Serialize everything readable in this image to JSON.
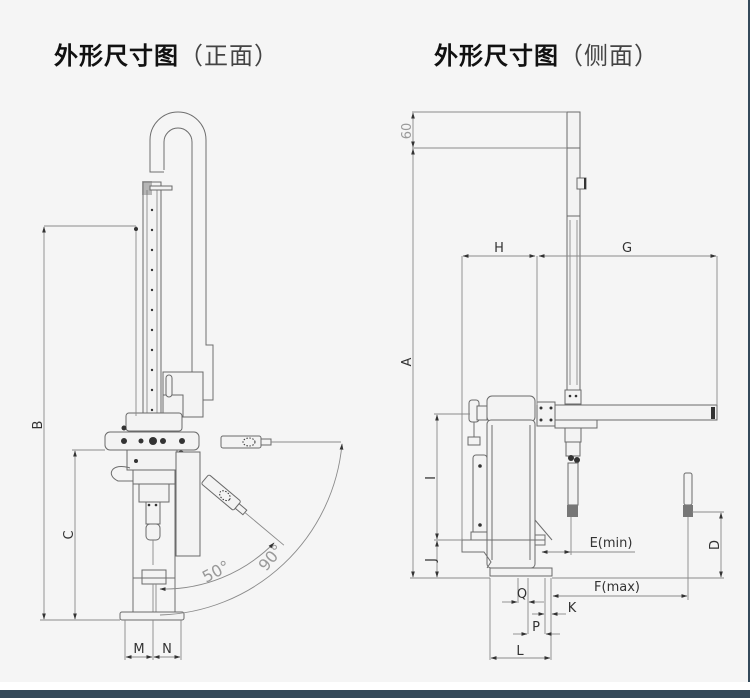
{
  "front_view": {
    "title_main": "外形尺寸图",
    "title_sub": "（正面）",
    "dimension_labels": {
      "B": "B",
      "C": "C",
      "M": "M",
      "N": "N"
    },
    "angle_labels": {
      "inner": "50°",
      "outer": "90°"
    }
  },
  "side_view": {
    "title_main": "外形尺寸图",
    "title_sub": "（侧面）",
    "dimension_labels": {
      "sixty": "60",
      "A": "A",
      "H": "H",
      "G": "G",
      "I": "I",
      "J": "J",
      "D": "D",
      "E": "E(min)",
      "F": "F(max)",
      "Q": "Q",
      "K": "K",
      "P": "P",
      "L": "L"
    }
  },
  "colors": {
    "background": "#f5f5f5",
    "line": "#6e6e6e",
    "footer_bar": "#34495a"
  }
}
